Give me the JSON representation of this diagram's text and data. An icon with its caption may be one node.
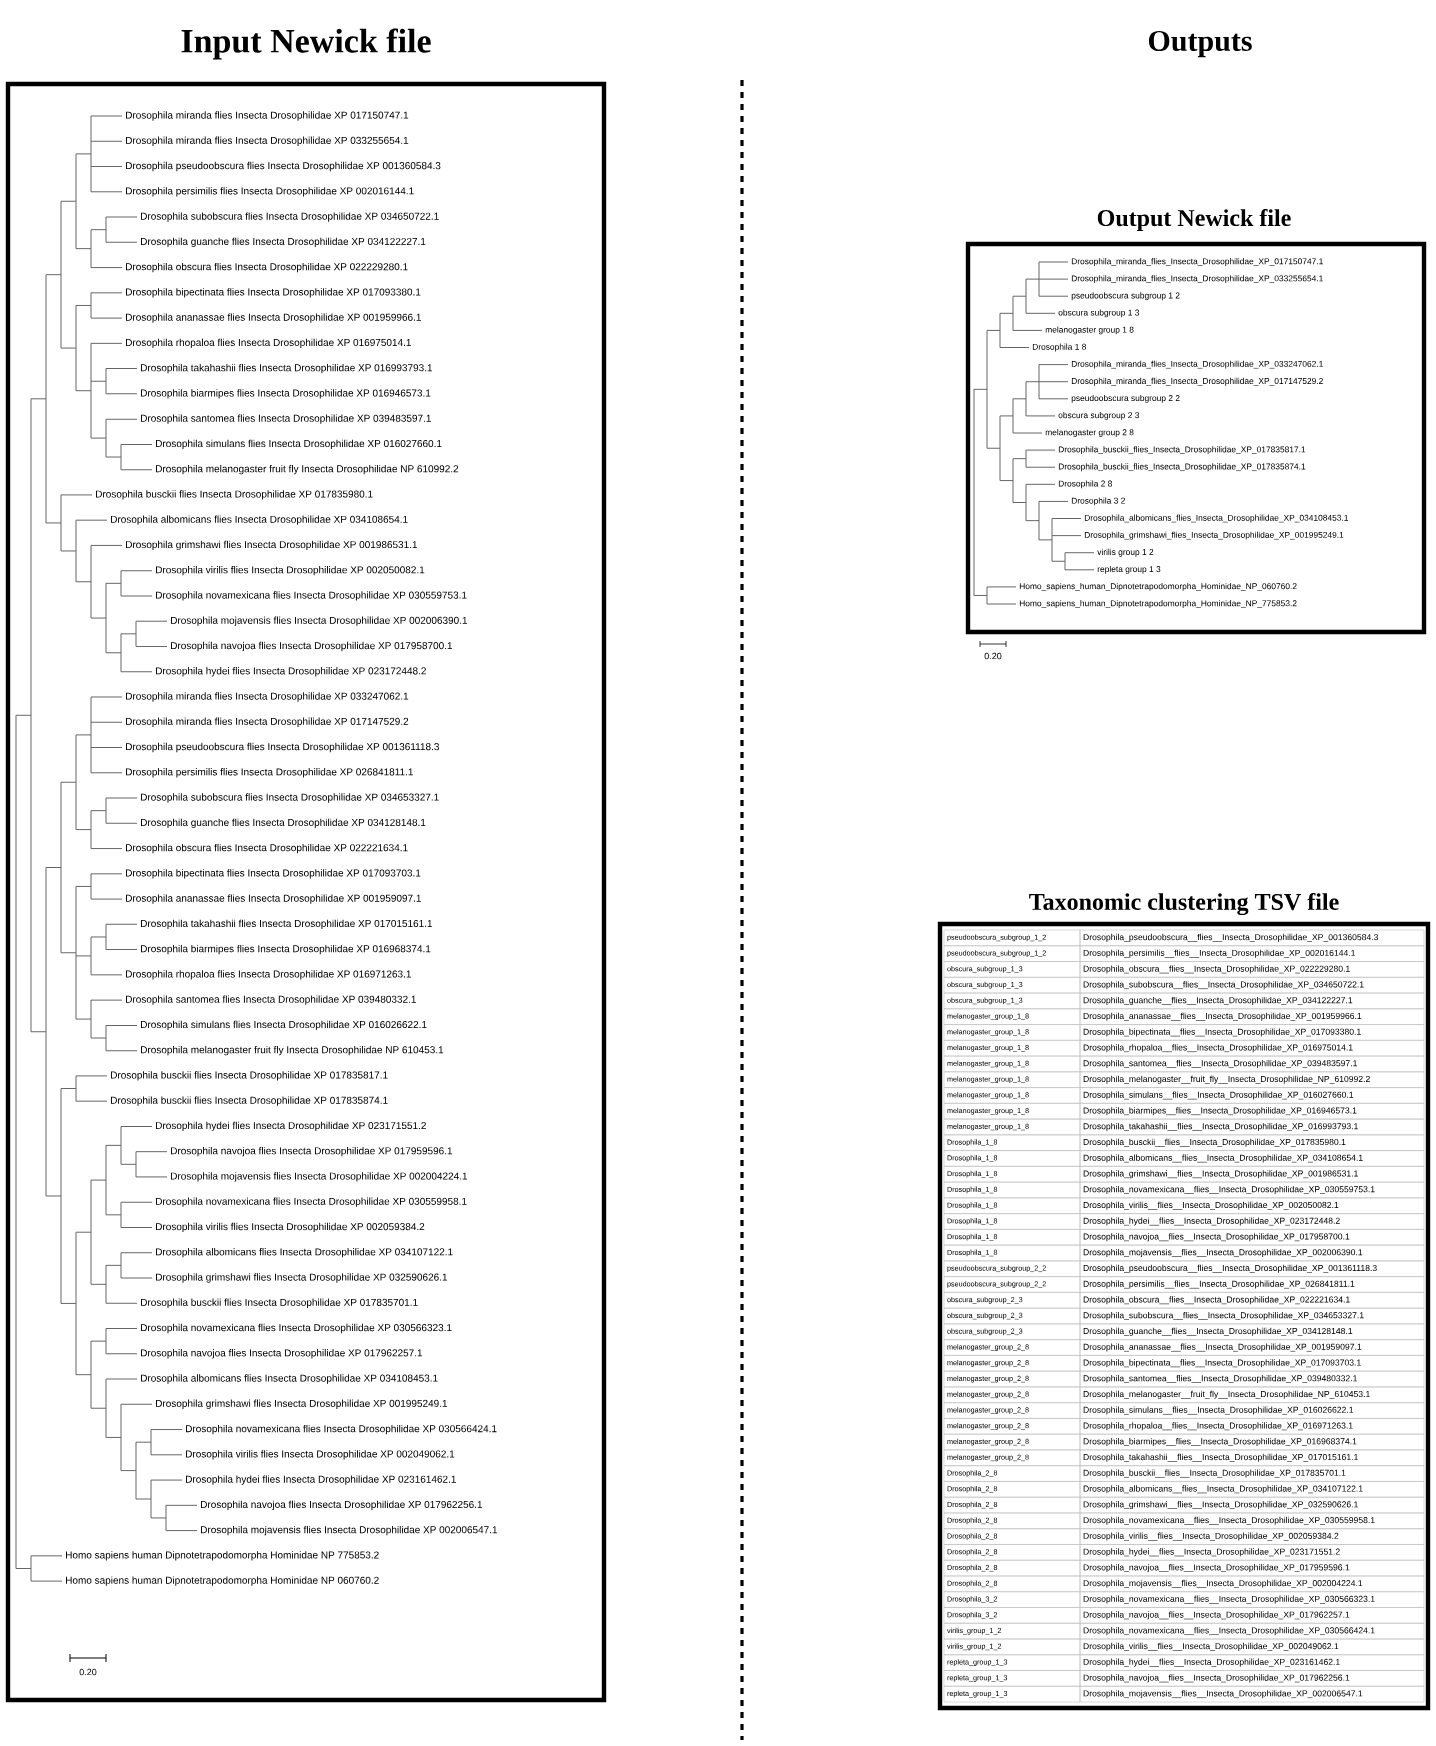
{
  "diagram": {
    "nodes": [
      {
        "text": [
          "Input Newick file"
        ]
      },
      {
        "text": [
          "Output Newick file"
        ]
      },
      {
        "text": [
          "Taxonomic clustering TSV file"
        ]
      }
    ],
    "labels": [
      "Outputs",
      "Drosophila miranda flies Insecta Drosophilidae XP 017150747.1",
      "Drosophila miranda flies Insecta Drosophilidae XP 033255654.1",
      "Drosophila pseudoobscura flies Insecta Drosophilidae XP 001360584.3",
      "Drosophila persimilis flies Insecta Drosophilidae XP 002016144.1",
      "Drosophila subobscura flies Insecta Drosophilidae XP 034650722.1",
      "Drosophila guanche flies Insecta Drosophilidae XP 034122227.1",
      "Drosophila obscura flies Insecta Drosophilidae XP 022229280.1",
      "Drosophila bipectinata flies Insecta Drosophilidae XP 017093380.1",
      "Drosophila ananassae flies Insecta Drosophilidae XP 001959966.1",
      "Drosophila rhopaloa flies Insecta Drosophilidae XP 016975014.1",
      "Drosophila takahashii flies Insecta Drosophilidae XP 016993793.1",
      "Drosophila biarmipes flies Insecta Drosophilidae XP 016946573.1",
      "Drosophila santomea flies Insecta Drosophilidae XP 039483597.1",
      "Drosophila simulans flies Insecta Drosophilidae XP 016027660.1",
      "Drosophila melanogaster fruit fly Insecta Drosophilidae NP 610992.2",
      "Drosophila busckii flies Insecta Drosophilidae XP 017835980.1",
      "Drosophila albomicans flies Insecta Drosophilidae XP 034108654.1",
      "Drosophila grimshawi flies Insecta Drosophilidae XP 001986531.1",
      "Drosophila virilis flies Insecta Drosophilidae XP 002050082.1",
      "Drosophila novamexicana flies Insecta Drosophilidae XP 030559753.1",
      "Drosophila mojavensis flies Insecta Drosophilidae XP 002006390.1",
      "Drosophila navojoa flies Insecta Drosophilidae XP 017958700.1",
      "Drosophila hydei flies Insecta Drosophilidae XP 023172448.2",
      "Drosophila miranda flies Insecta Drosophilidae XP 033247062.1",
      "Drosophila miranda flies Insecta Drosophilidae XP 017147529.2",
      "Drosophila pseudoobscura flies Insecta Drosophilidae XP 001361118.3",
      "Drosophila persimilis flies Insecta Drosophilidae XP 026841811.1",
      "Drosophila subobscura flies Insecta Drosophilidae XP 034653327.1",
      "Drosophila guanche flies Insecta Drosophilidae XP 034128148.1",
      "Drosophila obscura flies Insecta Drosophilidae XP 022221634.1",
      "Drosophila bipectinata flies Insecta Drosophilidae XP 017093703.1",
      "Drosophila ananassae flies Insecta Drosophilidae XP 001959097.1",
      "Drosophila takahashii flies Insecta Drosophilidae XP 017015161.1",
      "Drosophila biarmipes flies Insecta Drosophilidae XP 016968374.1",
      "Drosophila rhopaloa flies Insecta Drosophilidae XP 016971263.1",
      "Drosophila santomea flies Insecta Drosophilidae XP 039480332.1",
      "Drosophila simulans flies Insecta Drosophilidae XP 016026622.1",
      "Drosophila melanogaster fruit fly Insecta Drosophilidae NP 610453.1",
      "Drosophila busckii flies Insecta Drosophilidae XP 017835817.1",
      "Drosophila busckii flies Insecta Drosophilidae XP 017835874.1",
      "Drosophila hydei flies Insecta Drosophilidae XP 023171551.2",
      "Drosophila navojoa flies Insecta Drosophilidae XP 017959596.1",
      "Drosophila mojavensis flies Insecta Drosophilidae XP 002004224.1",
      "Drosophila novamexicana flies Insecta Drosophilidae XP 030559958.1",
      "Drosophila virilis flies Insecta Drosophilidae XP 002059384.2",
      "Drosophila albomicans flies Insecta Drosophilidae XP 034107122.1",
      "Drosophila grimshawi flies Insecta Drosophilidae XP 032590626.1",
      "Drosophila busckii flies Insecta Drosophilidae XP 017835701.1",
      "Drosophila novamexicana flies Insecta Drosophilidae XP 030566323.1",
      "Drosophila navojoa flies Insecta Drosophilidae XP 017962257.1",
      "Drosophila albomicans flies Insecta Drosophilidae XP 034108453.1",
      "Drosophila grimshawi flies Insecta Drosophilidae XP 001995249.1",
      "Drosophila novamexicana flies Insecta Drosophilidae XP 030566424.1",
      "Drosophila virilis flies Insecta Drosophilidae XP 002049062.1",
      "Drosophila hydei flies Insecta Drosophilidae XP 023161462.1",
      "Drosophila navojoa flies Insecta Drosophilidae XP 017962256.1",
      "Drosophila mojavensis flies Insecta Drosophilidae XP 002006547.1",
      "Homo sapiens human Dipnotetrapodomorpha Hominidae NP 775853.2",
      "Homo sapiens human Dipnotetrapodomorpha Hominidae NP 060760.2",
      "0.20",
      "Drosophila_miranda_flies_Insecta_Drosophilidae_XP_017150747.1",
      "Drosophila_miranda_flies_Insecta_Drosophilidae_XP_033255654.1",
      "pseudoobscura subgroup 1 2",
      "obscura subgroup 1 3",
      "melanogaster group 1 8",
      "Drosophila 1 8",
      "Drosophila_miranda_flies_Insecta_Drosophilidae_XP_033247062.1",
      "Drosophila_miranda_flies_Insecta_Drosophilidae_XP_017147529.2",
      "pseudoobscura subgroup 2 2",
      "obscura subgroup 2 3",
      "melanogaster group 2 8",
      "Drosophila_busckii_flies_Insecta_Drosophilidae_XP_017835817.1",
      "Drosophila_busckii_flies_Insecta_Drosophilidae_XP_017835874.1",
      "Drosophila 2 8",
      "Drosophila 3 2",
      "Drosophila_albomicans_flies_Insecta_Drosophilidae_XP_034108453.1",
      "Drosophila_grimshawi_flies_Insecta_Drosophilidae_XP_001995249.1",
      "virilis group 1 2",
      "repleta group 1 3",
      "Homo_sapiens_human_Dipnotetrapodomorpha_Hominidae_NP_060760.2",
      "Homo_sapiens_human_Dipnotetrapodomorpha_Hominidae_NP_775853.2",
      "0.20",
      "pseudoobscura_subgroup_1_2",
      "Drosophila_pseudoobscura__flies__Insecta_Drosophilidae_XP_001360584.3",
      "pseudoobscura_subgroup_1_2",
      "Drosophila_persimilis__flies__Insecta_Drosophilidae_XP_002016144.1",
      "obscura_subgroup_1_3",
      "Drosophila_obscura__flies__Insecta_Drosophilidae_XP_022229280.1",
      "obscura_subgroup_1_3",
      "Drosophila_subobscura__flies__Insecta_Drosophilidae_XP_034650722.1",
      "obscura_subgroup_1_3",
      "Drosophila_guanche__flies__Insecta_Drosophilidae_XP_034122227.1",
      "melanogaster_group_1_8",
      "Drosophila_ananassae__flies__Insecta_Drosophilidae_XP_001959966.1",
      "melanogaster_group_1_8",
      "Drosophila_bipectinata__flies__Insecta_Drosophilidae_XP_017093380.1",
      "melanogaster_group_1_8",
      "Drosophila_rhopaloa__flies__Insecta_Drosophilidae_XP_016975014.1",
      "melanogaster_group_1_8",
      "Drosophila_santomea__flies__Insecta_Drosophilidae_XP_039483597.1",
      "melanogaster_group_1_8",
      "Drosophila_melanogaster__fruit_fly__Insecta_Drosophilidae_NP_610992.2",
      "melanogaster_group_1_8",
      "Drosophila_simulans__flies__Insecta_Drosophilidae_XP_016027660.1",
      "melanogaster_group_1_8",
      "Drosophila_biarmipes__flies__Insecta_Drosophilidae_XP_016946573.1",
      "melanogaster_group_1_8",
      "Drosophila_takahashii__flies__Insecta_Drosophilidae_XP_016993793.1",
      "Drosophila_1_8",
      "Drosophila_busckii__flies__Insecta_Drosophilidae_XP_017835980.1",
      "Drosophila_1_8",
      "Drosophila_albomicans__flies__Insecta_Drosophilidae_XP_034108654.1",
      "Drosophila_1_8",
      "Drosophila_grimshawi__flies__Insecta_Drosophilidae_XP_001986531.1",
      "Drosophila_1_8",
      "Drosophila_novamexicana__flies__Insecta_Drosophilidae_XP_030559753.1",
      "Drosophila_1_8",
      "Drosophila_virilis__flies__Insecta_Drosophilidae_XP_002050082.1",
      "Drosophila_1_8",
      "Drosophila_hydei__flies__Insecta_Drosophilidae_XP_023172448.2",
      "Drosophila_1_8",
      "Drosophila_navojoa__flies__Insecta_Drosophilidae_XP_017958700.1",
      "Drosophila_1_8",
      "Drosophila_mojavensis__flies__Insecta_Drosophilidae_XP_002006390.1",
      "pseudoobscura_subgroup_2_2",
      "Drosophila_pseudoobscura__flies__Insecta_Drosophilidae_XP_001361118.3",
      "pseudoobscura_subgroup_2_2",
      "Drosophila_persimilis__flies__Insecta_Drosophilidae_XP_026841811.1",
      "obscura_subgroup_2_3",
      "Drosophila_obscura__flies__Insecta_Drosophilidae_XP_022221634.1",
      "obscura_subgroup_2_3",
      "Drosophila_subobscura__flies__Insecta_Drosophilidae_XP_034653327.1",
      "obscura_subgroup_2_3",
      "Drosophila_guanche__flies__Insecta_Drosophilidae_XP_034128148.1",
      "melanogaster_group_2_8",
      "Drosophila_ananassae__flies__Insecta_Drosophilidae_XP_001959097.1",
      "melanogaster_group_2_8",
      "Drosophila_bipectinata__flies__Insecta_Drosophilidae_XP_017093703.1",
      "melanogaster_group_2_8",
      "Drosophila_santomea__flies__Insecta_Drosophilidae_XP_039480332.1",
      "melanogaster_group_2_8",
      "Drosophila_melanogaster__fruit_fly__Insecta_Drosophilidae_NP_610453.1",
      "melanogaster_group_2_8",
      "Drosophila_simulans__flies__Insecta_Drosophilidae_XP_016026622.1",
      "melanogaster_group_2_8",
      "Drosophila_rhopaloa__flies__Insecta_Drosophilidae_XP_016971263.1",
      "melanogaster_group_2_8",
      "Drosophila_biarmipes__flies__Insecta_Drosophilidae_XP_016968374.1",
      "melanogaster_group_2_8",
      "Drosophila_takahashii__flies__Insecta_Drosophilidae_XP_017015161.1",
      "Drosophila_2_8",
      "Drosophila_busckii__flies__Insecta_Drosophilidae_XP_017835701.1",
      "Drosophila_2_8",
      "Drosophila_albomicans__flies__Insecta_Drosophilidae_XP_034107122.1",
      "Drosophila_2_8",
      "Drosophila_grimshawi__flies__Insecta_Drosophilidae_XP_032590626.1",
      "Drosophila_2_8",
      "Drosophila_novamexicana__flies__Insecta_Drosophilidae_XP_030559958.1",
      "Drosophila_2_8",
      "Drosophila_virilis__flies__Insecta_Drosophilidae_XP_002059384.2",
      "Drosophila_2_8",
      "Drosophila_hydei__flies__Insecta_Drosophilidae_XP_023171551.2",
      "Drosophila_2_8",
      "Drosophila_navojoa__flies__Insecta_Drosophilidae_XP_017959596.1",
      "Drosophila_2_8",
      "Drosophila_mojavensis__flies__Insecta_Drosophilidae_XP_002004224.1",
      "Drosophila_3_2",
      "Drosophila_novamexicana__flies__Insecta_Drosophilidae_XP_030566323.1",
      "Drosophila_3_2",
      "Drosophila_navojoa__flies__Insecta_Drosophilidae_XP_017962257.1",
      "virilis_group_1_2",
      "Drosophila_novamexicana__flies__Insecta_Drosophilidae_XP_030566424.1",
      "virilis_group_1_2",
      "Drosophila_virilis__flies__Insecta_Drosophilidae_XP_002049062.1",
      "repleta_group_1_3",
      "Drosophila_hydei__flies__Insecta_Drosophilidae_XP_023161462.1",
      "repleta_group_1_3",
      "Drosophila_navojoa__flies__Insecta_Drosophilidae_XP_017962256.1",
      "repleta_group_1_3",
      "Drosophila_mojavensis__flies__Insecta_Drosophilidae_XP_002006547.1"
    ]
  }
}
